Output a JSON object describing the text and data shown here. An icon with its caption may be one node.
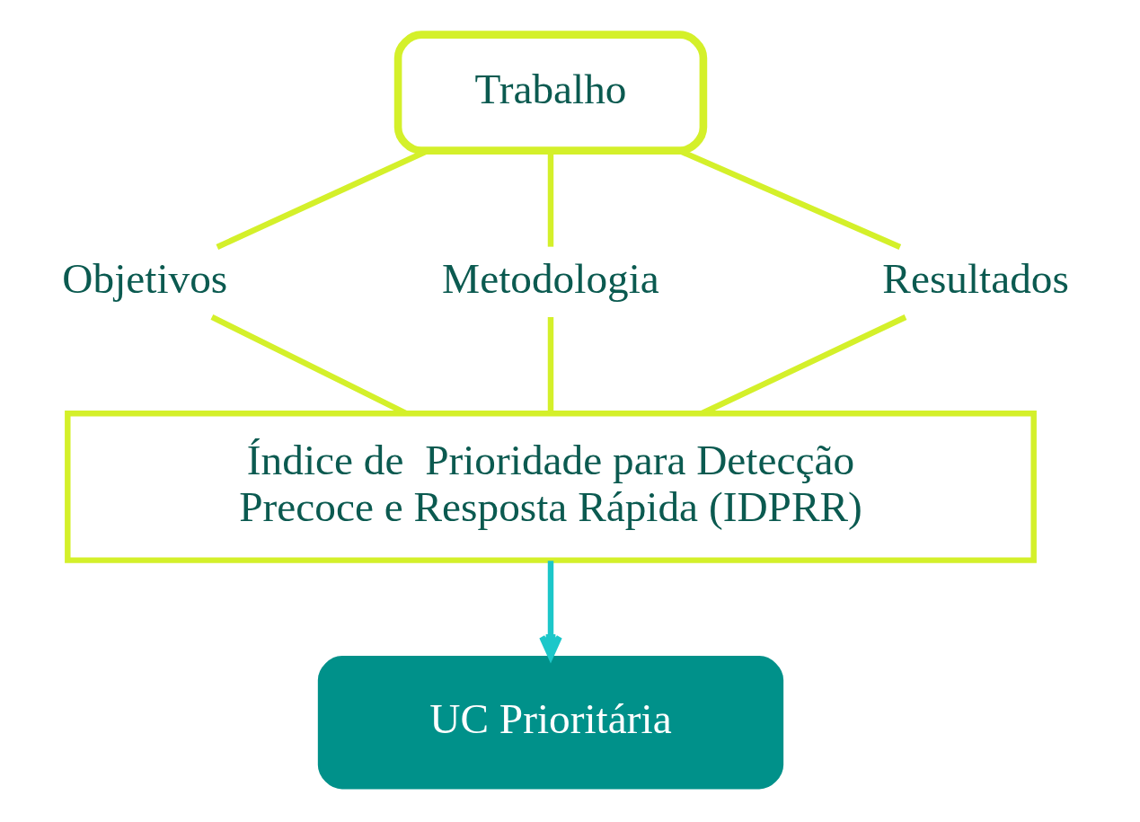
{
  "diagram": {
    "nodes": [
      {
        "text": [
          "Trabalho"
        ]
      },
      {
        "text": [
          "Objetivos"
        ]
      },
      {
        "text": [
          "Metodologia"
        ]
      },
      {
        "text": [
          "Resultados"
        ]
      },
      {
        "text": [
          "Índice de  Prioridade para Detecção Precoce e Resposta Rápida (IDPRR)"
        ]
      },
      {
        "text": [
          "UC Prioritária"
        ]
      }
    ],
    "edges": [
      {
        "from": 0,
        "to": 1,
        "arrow": "none"
      },
      {
        "from": 0,
        "to": 2,
        "arrow": "none"
      },
      {
        "from": 0,
        "to": 3,
        "arrow": "none"
      },
      {
        "from": 1,
        "to": 4,
        "arrow": "none"
      },
      {
        "from": 2,
        "to": 4,
        "arrow": "none"
      },
      {
        "from": 3,
        "to": 4,
        "arrow": "none"
      },
      {
        "from": 4,
        "to": 5,
        "arrow": "to",
        "color": "#1cc7c9"
      }
    ]
  }
}
